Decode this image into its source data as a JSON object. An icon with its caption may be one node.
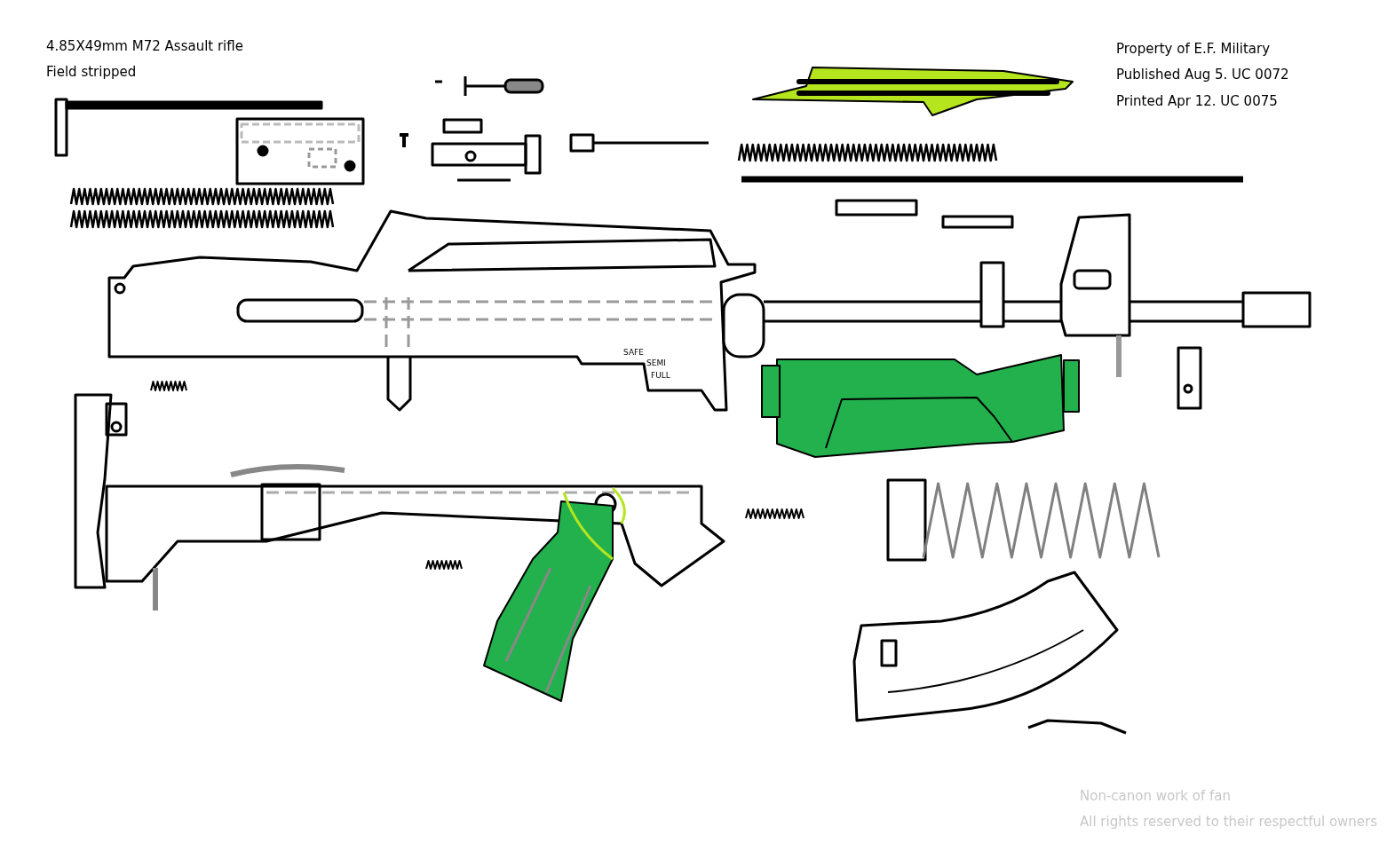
{
  "diagram": {
    "title": "4.85X49mm M72 Assault rifle",
    "labels": [
      "Field stripped",
      "Property of E.F. Military",
      "Published Aug 5. UC 0072",
      "Printed Apr 12. UC 0075",
      "SAFE",
      "SEMI",
      "FULL",
      "Non-canon work of fan",
      "All rights reserved to their respectful owners"
    ]
  }
}
